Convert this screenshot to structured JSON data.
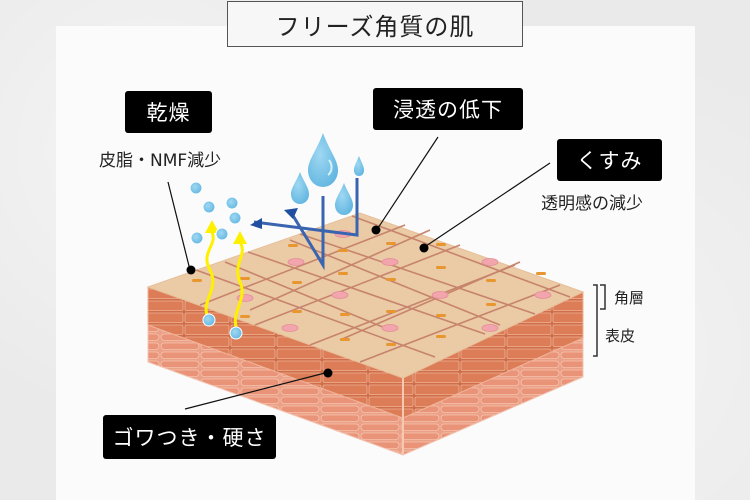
{
  "title": "フリーズ角質の肌",
  "labels": {
    "dryness": {
      "heading": "乾燥",
      "sub": "皮脂・NMF減少"
    },
    "penetration": {
      "heading": "浸透の低下"
    },
    "dullness": {
      "heading": "くすみ",
      "sub": "透明感の減少"
    },
    "roughness": {
      "heading": "ゴワつき・硬さ"
    }
  },
  "layers": {
    "stratum_corneum": "角層",
    "epidermis": "表皮"
  },
  "colors": {
    "top_face": "#ebcaa6",
    "grid_line": "#c7846d",
    "node": "#f2a5ad",
    "nucleus": "#e8962f",
    "corneum_side": "#d97a55",
    "epidermis_side": "#eba188",
    "water": "#6ec0e6",
    "blue_arrow": "#1f4f9e",
    "yellow_arrow": "#fff000",
    "label_bg": "#000000"
  }
}
